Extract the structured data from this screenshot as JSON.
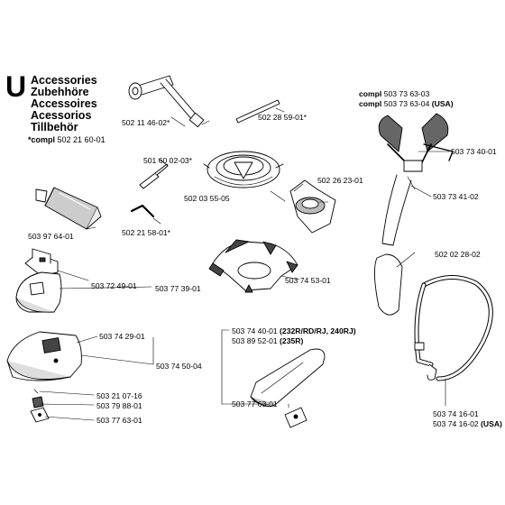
{
  "section": {
    "letter": "U",
    "titles": [
      "Accessories",
      "Zubehhöre",
      "Accessoires",
      "Acessorios",
      "Tillbehör"
    ],
    "compl_prefix": "*compl",
    "compl_number": "502 21 60-01"
  },
  "parts": {
    "p1": "502 11 46-02*",
    "p2": "502 28 59-01*",
    "p3": "501 60 02-03*",
    "p4": "502 03 55-05",
    "p5": "502 26 23-01",
    "p6": "503 97 64-01",
    "p7": "502 21 58-01*",
    "p8": "503 72 49-01",
    "p9": "503 77 39-01",
    "p10": "503 74 53-01",
    "p11": "503 74 29-01",
    "p12": "503 74 50-04",
    "p13": "503 21 07-16",
    "p14": "503 79 88-01",
    "p15": "503 77 63-01",
    "p16": "503 74 40-01",
    "p16_note": "(232R/RD/RJ, 240RJ)",
    "p17": "503 89 52-01",
    "p17_note": "(235R)",
    "p18": "503 77 63-01",
    "p19_prefix": "compl",
    "p19": "503 73 63-03",
    "p20_prefix": "compl",
    "p20": "503 73 63-04",
    "p20_note": "(USA)",
    "p21": "503 73 40-01",
    "p22": "503 73 41-02",
    "p23": "502 02 28-02",
    "p24": "503 74 16-01",
    "p25": "503 74 16-02",
    "p25_note": "(USA)"
  },
  "icons": [
    "combination-wrench-icon",
    "drift-pin-icon",
    "screwdriver-icon",
    "trimmer-head-icon",
    "support-cup-icon",
    "grease-tube-icon",
    "hex-key-icon",
    "guard-bracket-icon",
    "blade-guard-icon",
    "guard-plate-icon",
    "harness-icon",
    "carrying-strap-icon"
  ],
  "colors": {
    "line": "#000000",
    "fill": "#ffffff",
    "shade": "#9a9a9a",
    "dark": "#3a3a3a"
  }
}
